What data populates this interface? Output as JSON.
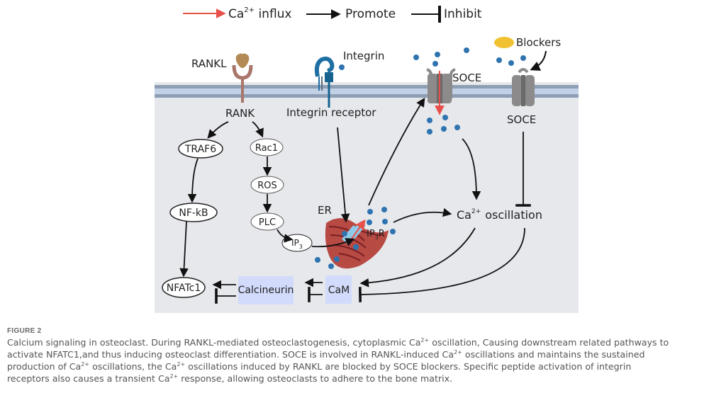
{
  "legend": {
    "items": [
      {
        "name": "ca-influx",
        "label_main": "Ca",
        "label_sup": "2+",
        "label_rest": " influx",
        "color": "#e8504a"
      },
      {
        "name": "promote",
        "label": "Promote",
        "color": "#111111"
      },
      {
        "name": "inhibit",
        "label": "Inhibit",
        "color": "#111111"
      }
    ]
  },
  "diagram": {
    "labels": {
      "rankl": "RANKL",
      "rank": "RANK",
      "integrin": "Integrin",
      "integrin_receptor": "Integrin receptor",
      "soce_active": "SOCE",
      "soce_blocked": "SOCE",
      "blockers": "Blockers",
      "traf6": "TRAF6",
      "rac1": "Rac1",
      "ros": "ROS",
      "plc": "PLC",
      "nfkb": "NF-kB",
      "ip3_main": "IP",
      "ip3_sub": "3",
      "er": "ER",
      "ip3r_main": "IP",
      "ip3r_sub": "3",
      "ip3r_rest": "R",
      "ca_osc_main": "Ca",
      "ca_osc_sup": "2+",
      "ca_osc_rest": "oscillation",
      "nfatc1": "NFATc1",
      "calcineurin": "Calcineurin",
      "cam": "CaM"
    },
    "colors": {
      "cytoplasm": "#e6e8ec",
      "membrane_outer": "#8e9fb5",
      "membrane_inner": "#c3d1e6",
      "calcium_ion": "#2f74b0",
      "rank_receptor": "#a8766a",
      "rankl_ligand": "#b38a55",
      "integrin": "#1f6fa3",
      "soce_channel": "#8c8a8a",
      "blocker": "#f0c232",
      "er": "#a8383a",
      "ip3r": "#8fcbe8",
      "calcineurin_box": "#d2dbfb"
    }
  },
  "caption": {
    "title": "FIGURE 2",
    "lines": [
      [
        "Calcium signaling in osteoclast. During RANKL-mediated osteoclastogenesis, cytoplasmic Ca",
        "2+",
        " oscillation, Causing downstream related pathways to"
      ],
      [
        "activate NFATC1,and thus inducing osteoclast differentiation. SOCE is involved in RANKL-induced Ca",
        "2+",
        " oscillations and maintains the sustained"
      ],
      [
        "production of Ca",
        "2+",
        " oscillations, the Ca",
        "2+",
        " oscillations induced by RANKL are blocked by SOCE blockers. Specific peptide activation of integrin"
      ],
      [
        "receptors also causes a transient Ca",
        "2+",
        " response, allowing osteoclasts to adhere to the bone matrix."
      ]
    ]
  }
}
